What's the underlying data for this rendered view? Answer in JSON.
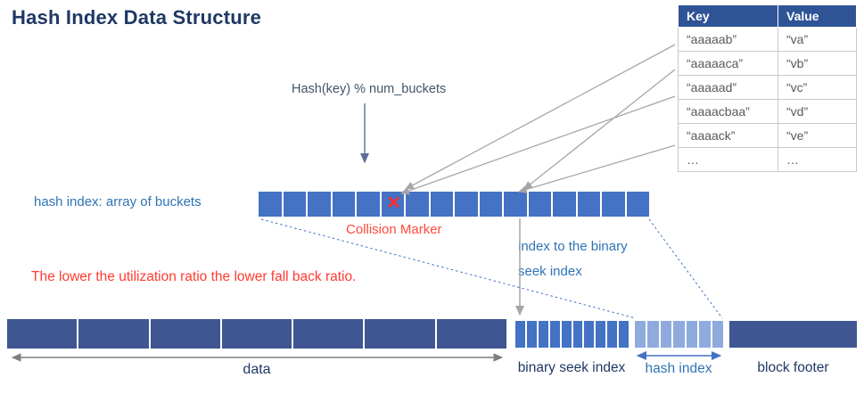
{
  "title": "Hash Index Data Structure",
  "key_value_table": {
    "headers": [
      "Key",
      "Value"
    ],
    "rows": [
      {
        "key": "“aaaaab”",
        "value": "“va”"
      },
      {
        "key": "“aaaaaca”",
        "value": "“vb”"
      },
      {
        "key": "“aaaaad”",
        "value": "“vc”"
      },
      {
        "key": "“aaaacbaa”",
        "value": "“vd”"
      },
      {
        "key": "“aaaack”",
        "value": "“ve”"
      },
      {
        "key": "…",
        "value": "…"
      }
    ]
  },
  "annotations": {
    "hash_formula": "Hash(key) % num_buckets",
    "array_label": "hash index: array of buckets",
    "collision_marker_label": "Collision Marker",
    "collision_glyph": "✕",
    "index_note": "index to the binary seek index",
    "utilization_note": "The lower the utilization ratio the lower fall back ratio."
  },
  "blocks": {
    "hash_array": {
      "cells": 16
    },
    "data": {
      "label": "data",
      "segments": 7
    },
    "binary_seek_index": {
      "label": "binary seek index",
      "segments": 10
    },
    "hash_index": {
      "label": "hash index",
      "segments": 7
    },
    "block_footer": {
      "label": "block footer",
      "segments": 1
    }
  },
  "colors": {
    "title": "#1F3864",
    "table_header_bg": "#2F5496",
    "bucket": "#4472C4",
    "dark_block": "#3F5693",
    "light_block": "#8FAADC",
    "collision": "#FF2B2B",
    "blue_label": "#2E74B5",
    "red_note": "#FF3B30",
    "connector": "#A6A6A6"
  }
}
